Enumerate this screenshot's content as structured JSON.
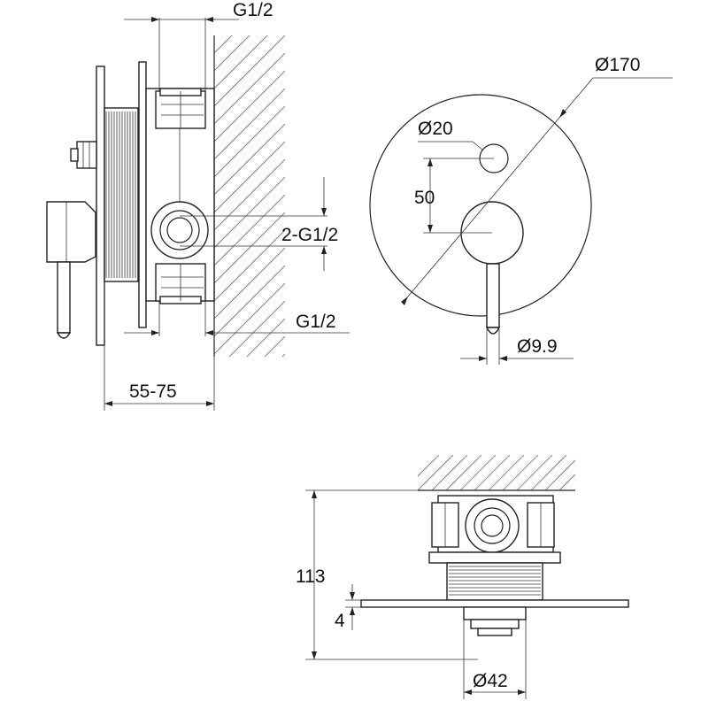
{
  "labels": {
    "side_top_thread": "G1/2",
    "side_mid_thread": "2-G1/2",
    "side_bottom_thread": "G1/2",
    "side_depth": "55-75",
    "front_outer_dia": "Ø170",
    "front_small_dia": "Ø20",
    "front_spacing": "50",
    "front_lever_dia": "Ø9.9",
    "bottom_height": "113",
    "bottom_plate": "4",
    "bottom_dia": "Ø42"
  }
}
